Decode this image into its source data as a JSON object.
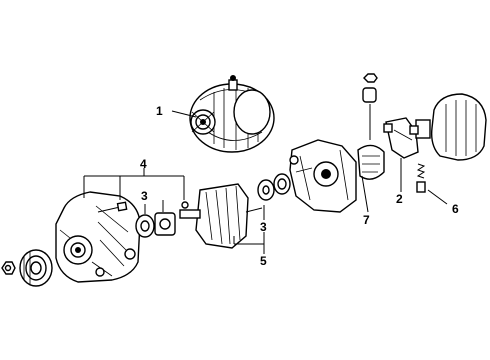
{
  "callouts": {
    "c1": "1",
    "c2": "2",
    "c3a": "3",
    "c3b": "3",
    "c4": "4",
    "c5": "5",
    "c6": "6",
    "c7": "7"
  }
}
